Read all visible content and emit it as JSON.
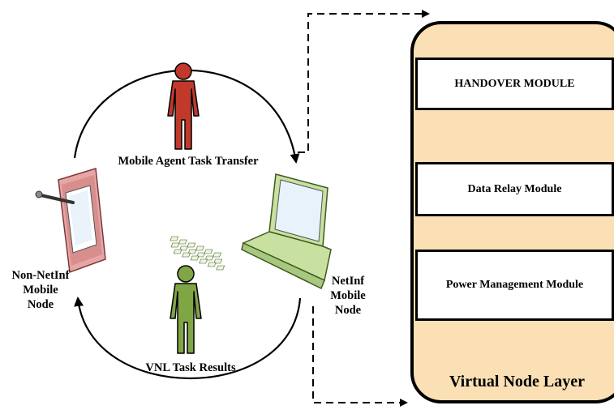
{
  "labels": {
    "mobile_agent_task_transfer": "Mobile Agent Task Transfer",
    "vnl_task_results": "VNL Task Results",
    "non_netinf_node": [
      "Non-NetInf",
      "Mobile",
      "Node"
    ],
    "netinf_node": [
      "NetInf",
      "Mobile",
      "Node"
    ]
  },
  "layer": {
    "title": "Virtual Node Layer",
    "fill_color": "#FAE0B4",
    "modules": [
      {
        "label": "HANDOVER MODULE"
      },
      {
        "label": "Data Relay Module"
      },
      {
        "label": "Power Management Module"
      }
    ]
  },
  "icons": {
    "agent_top": {
      "name": "person-icon",
      "color": "#C0392B"
    },
    "agent_bottom": {
      "name": "person-icon",
      "color": "#7FA545"
    },
    "tablet": {
      "name": "tablet-icon",
      "color": "#E8A5A5"
    },
    "laptop": {
      "name": "laptop-icon",
      "color": "#C8E0A0"
    }
  }
}
